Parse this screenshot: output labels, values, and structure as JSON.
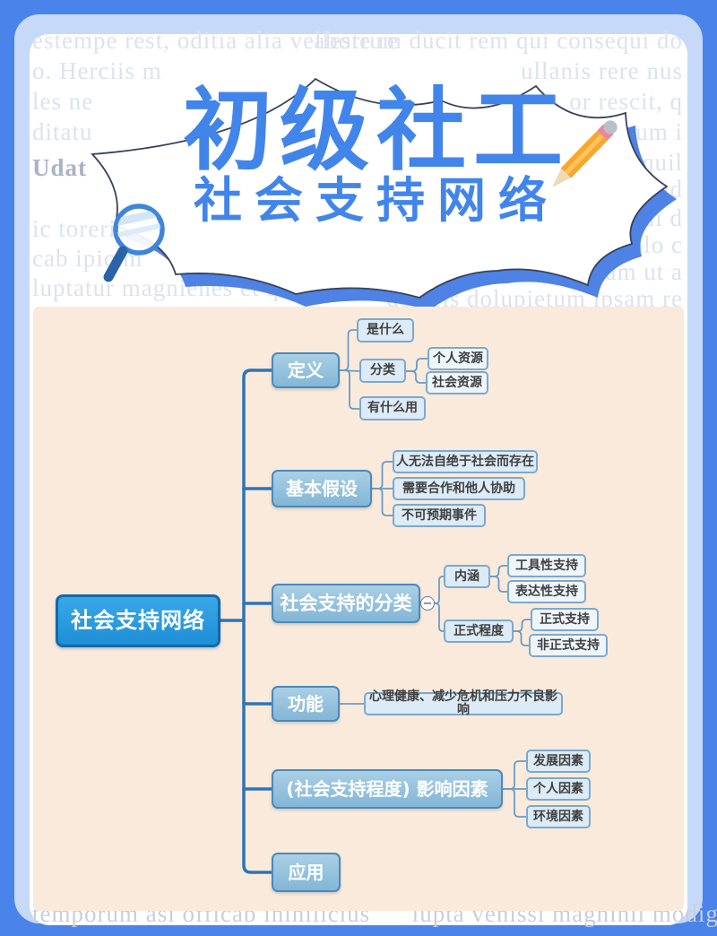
{
  "poster": {
    "title_line1": "初级社工",
    "title_line2": "社会支持网络"
  },
  "background_text": {
    "left": [
      "estempe rest, oditia alia velleste re",
      "o. Herciis m",
      "les ne",
      "ditatu",
      "Udat",
      "ic torerit",
      "cab ipicim",
      "luptatur magnienes et que natem"
    ],
    "right": [
      "aborrum ducit rem qui consequi do",
      "ullanis rere nus",
      "or rescit, q",
      "ur arum i",
      "id quil",
      "iciend",
      "m qui d",
      "idunt dolo c",
      "enim fugiam ut a",
      "doloris dolupietum ipsam re"
    ],
    "bottom": "temporum asi officab inihilicius      iupta venissi magnihil modigni"
  },
  "colors": {
    "frame": "#4a83e9",
    "frame_inner": "#c6d9f8",
    "card": "#ffffff",
    "panel_beige": "#faeadb",
    "title_blue": "#4285ea",
    "star_shadow": "#4e82e4",
    "star_outline": "#39425a",
    "connector_main": "#2e74b8",
    "connector_child": "#6a9bc8",
    "root_fill": "#2b9fe0",
    "branch_fill": "#8fbfdc",
    "pencil_body": "#f6a82c",
    "magnifier_ring": "#3f86d8"
  },
  "icons": {
    "collapse_glyph": "−"
  },
  "mindmap": {
    "root": {
      "label": "社会支持网络"
    },
    "branches": [
      {
        "label": "定义",
        "children": [
          {
            "label": "是什么",
            "children": []
          },
          {
            "label": "分类",
            "children": [
              {
                "label": "个人资源"
              },
              {
                "label": "社会资源"
              }
            ]
          },
          {
            "label": "有什么用",
            "children": []
          }
        ]
      },
      {
        "label": "基本假设",
        "children": [
          {
            "label": "人无法自绝于社会而存在"
          },
          {
            "label": "需要合作和他人协助"
          },
          {
            "label": "不可预期事件"
          }
        ]
      },
      {
        "label": "社会支持的分类",
        "children": [
          {
            "label": "内涵",
            "children": [
              {
                "label": "工具性支持"
              },
              {
                "label": "表达性支持"
              }
            ]
          },
          {
            "label": "正式程度",
            "children": [
              {
                "label": "正式支持"
              },
              {
                "label": "非正式支持"
              }
            ]
          }
        ]
      },
      {
        "label": "功能",
        "children": [
          {
            "label": "心理健康、减少危机和压力不良影响"
          }
        ]
      },
      {
        "label": "(社会支持程度) 影响因素",
        "children": [
          {
            "label": "发展因素"
          },
          {
            "label": "个人因素"
          },
          {
            "label": "环境因素"
          }
        ]
      },
      {
        "label": "应用",
        "children": []
      }
    ]
  }
}
